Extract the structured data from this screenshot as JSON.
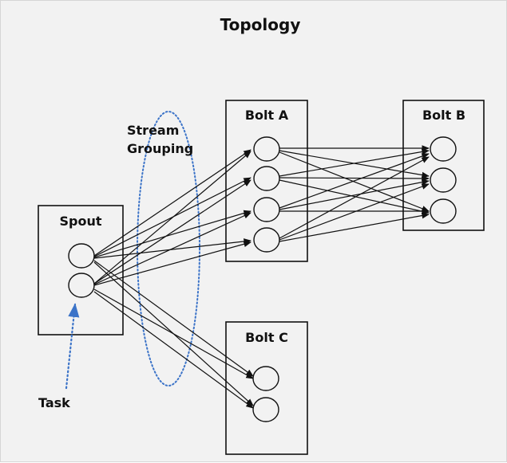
{
  "title": "Topology",
  "spout": {
    "label": "Spout"
  },
  "bolt_a": {
    "label": "Bolt A"
  },
  "bolt_b": {
    "label": "Bolt B"
  },
  "bolt_c": {
    "label": "Bolt C"
  },
  "annotations": {
    "stream_line1": "Stream",
    "stream_line2": "Grouping",
    "task": "Task"
  },
  "colors": {
    "background": "#f2f2f2",
    "stroke": "#111111",
    "annotation_dots": "#3b73c8"
  }
}
